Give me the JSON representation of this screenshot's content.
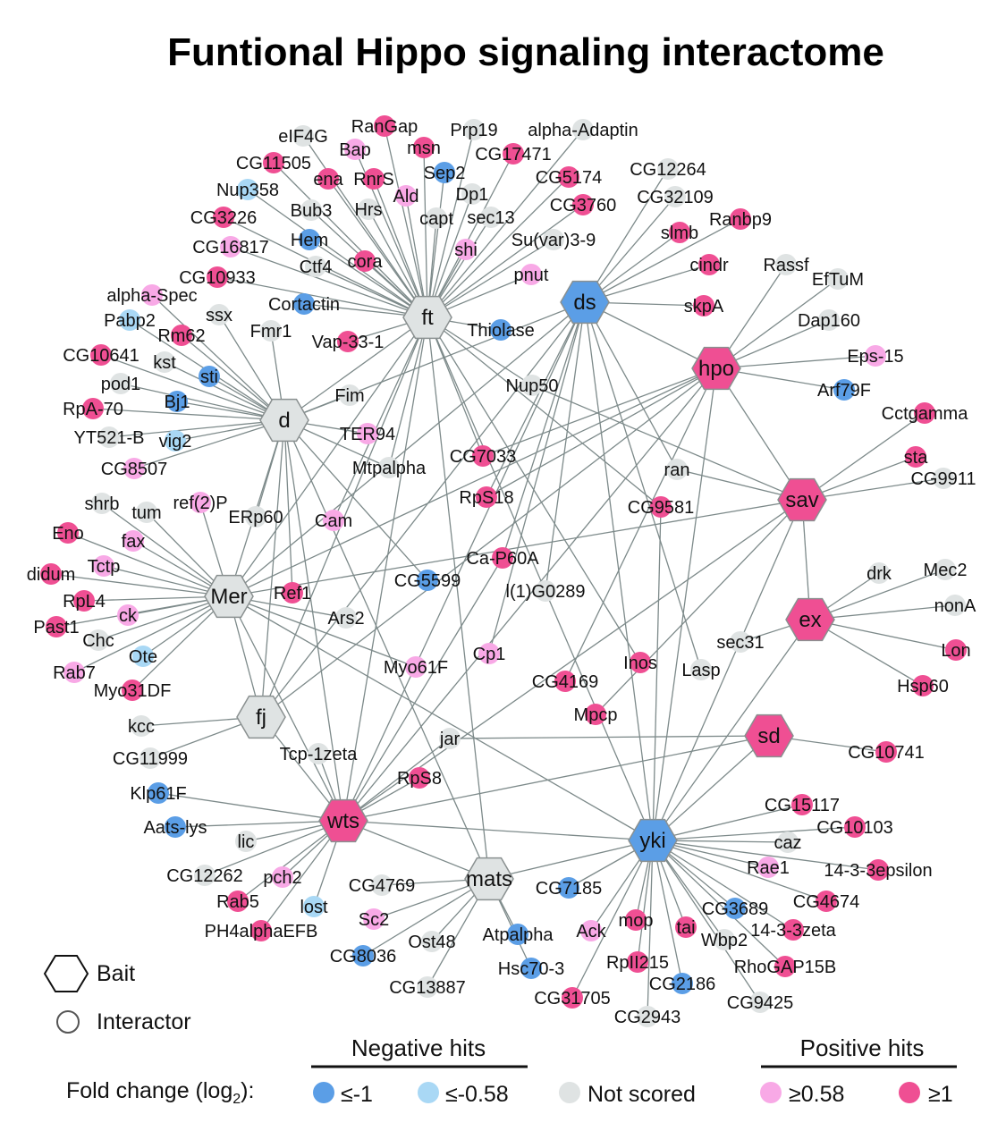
{
  "title": "Funtional Hippo signaling interactome",
  "colors": {
    "neg1": "#5b9ee6",
    "neg058": "#a9d8f5",
    "none": "#dfe3e3",
    "pos058": "#f8a9e6",
    "pos1": "#ef4f93",
    "edge": "#7d8a8a"
  },
  "legend": {
    "bait": "Bait",
    "interactor": "Interactor",
    "negative_hits": "Negative hits",
    "positive_hits": "Positive hits",
    "fold_change_prefix": "Fold change (log",
    "fold_change_sub": "2",
    "fold_change_suffix": "):",
    "items": [
      {
        "key": "neg1",
        "label": "≤-1"
      },
      {
        "key": "neg058",
        "label": "≤-0.58"
      },
      {
        "key": "none",
        "label": "Not scored"
      },
      {
        "key": "pos058",
        "label": "≥0.58"
      },
      {
        "key": "pos1",
        "label": "≥1"
      }
    ]
  },
  "baits": [
    {
      "id": "ft",
      "label": "ft",
      "color": "none"
    },
    {
      "id": "ds",
      "label": "ds",
      "color": "neg1"
    },
    {
      "id": "hpo",
      "label": "hpo",
      "color": "pos1"
    },
    {
      "id": "d",
      "label": "d",
      "color": "none"
    },
    {
      "id": "sav",
      "label": "sav",
      "color": "pos1"
    },
    {
      "id": "Mer",
      "label": "Mer",
      "color": "none"
    },
    {
      "id": "ex",
      "label": "ex",
      "color": "pos1"
    },
    {
      "id": "fj",
      "label": "fj",
      "color": "none"
    },
    {
      "id": "sd",
      "label": "sd",
      "color": "pos1"
    },
    {
      "id": "wts",
      "label": "wts",
      "color": "pos1"
    },
    {
      "id": "yki",
      "label": "yki",
      "color": "neg1"
    },
    {
      "id": "mats",
      "label": "mats",
      "color": "none"
    }
  ],
  "interactors": [
    {
      "label": "RanGap",
      "color": "pos1",
      "baits": [
        "ft"
      ]
    },
    {
      "label": "eIF4G",
      "color": "none",
      "baits": [
        "ft"
      ]
    },
    {
      "label": "Bap",
      "color": "pos058",
      "baits": [
        "ft"
      ]
    },
    {
      "label": "msn",
      "color": "pos1",
      "baits": [
        "ft"
      ]
    },
    {
      "label": "Prp19",
      "color": "none",
      "baits": [
        "ft"
      ]
    },
    {
      "label": "alpha-Adaptin",
      "color": "none",
      "baits": [
        "ft"
      ]
    },
    {
      "label": "CG11505",
      "color": "pos1",
      "baits": [
        "ft"
      ]
    },
    {
      "label": "CG17471",
      "color": "pos1",
      "baits": [
        "ft"
      ]
    },
    {
      "label": "Sep2",
      "color": "neg1",
      "baits": [
        "ft"
      ]
    },
    {
      "label": "ena",
      "color": "pos1",
      "baits": [
        "ft"
      ]
    },
    {
      "label": "RnrS",
      "color": "pos1",
      "baits": [
        "ft"
      ]
    },
    {
      "label": "CG5174",
      "color": "pos1",
      "baits": [
        "ft"
      ]
    },
    {
      "label": "CG12264",
      "color": "none",
      "baits": [
        "ds"
      ]
    },
    {
      "label": "Nup358",
      "color": "neg058",
      "baits": [
        "ft"
      ]
    },
    {
      "label": "Ald",
      "color": "pos058",
      "baits": [
        "ft"
      ]
    },
    {
      "label": "Dp1",
      "color": "none",
      "baits": [
        "ft"
      ]
    },
    {
      "label": "Bub3",
      "color": "none",
      "baits": [
        "ft"
      ]
    },
    {
      "label": "Hrs",
      "color": "none",
      "baits": [
        "ft"
      ]
    },
    {
      "label": "CG32109",
      "color": "none",
      "baits": [
        "ds"
      ]
    },
    {
      "label": "CG3226",
      "color": "pos1",
      "baits": [
        "ft"
      ]
    },
    {
      "label": "CG3760",
      "color": "pos1",
      "baits": [
        "ft"
      ]
    },
    {
      "label": "capt",
      "color": "none",
      "baits": [
        "ft"
      ]
    },
    {
      "label": "sec13",
      "color": "none",
      "baits": [
        "ft"
      ]
    },
    {
      "label": "Ranbp9",
      "color": "pos1",
      "baits": [
        "ds"
      ]
    },
    {
      "label": "Hem",
      "color": "neg1",
      "baits": [
        "ft"
      ]
    },
    {
      "label": "CG16817",
      "color": "pos058",
      "baits": [
        "ft"
      ]
    },
    {
      "label": "slmb",
      "color": "pos1",
      "baits": [
        "ds"
      ]
    },
    {
      "label": "Su(var)3-9",
      "color": "none",
      "baits": [
        "ft"
      ]
    },
    {
      "label": "shi",
      "color": "pos058",
      "baits": [
        "ft"
      ]
    },
    {
      "label": "cora",
      "color": "pos1",
      "baits": [
        "ft"
      ]
    },
    {
      "label": "Ctf4",
      "color": "none",
      "baits": [
        "ft"
      ]
    },
    {
      "label": "cindr",
      "color": "pos1",
      "baits": [
        "ds"
      ]
    },
    {
      "label": "Rassf",
      "color": "none",
      "baits": [
        "hpo"
      ]
    },
    {
      "label": "CG10933",
      "color": "pos1",
      "baits": [
        "ft"
      ]
    },
    {
      "label": "pnut",
      "color": "pos058",
      "baits": [
        "ft"
      ]
    },
    {
      "label": "EfTuM",
      "color": "none",
      "baits": [
        "hpo"
      ]
    },
    {
      "label": "alpha-Spec",
      "color": "pos058",
      "baits": [
        "d"
      ]
    },
    {
      "label": "Cortactin",
      "color": "neg1",
      "baits": [
        "ft"
      ]
    },
    {
      "label": "skpA",
      "color": "pos1",
      "baits": [
        "ds"
      ]
    },
    {
      "label": "Pabp2",
      "color": "neg058",
      "baits": [
        "d"
      ]
    },
    {
      "label": "ssx",
      "color": "none",
      "baits": [
        "d"
      ]
    },
    {
      "label": "Dap160",
      "color": "none",
      "baits": [
        "hpo"
      ]
    },
    {
      "label": "Thiolase",
      "color": "neg1",
      "baits": [
        "ft"
      ]
    },
    {
      "label": "Fmr1",
      "color": "none",
      "baits": [
        "d"
      ]
    },
    {
      "label": "Rm62",
      "color": "pos1",
      "baits": [
        "d"
      ]
    },
    {
      "label": "Vap-33-1",
      "color": "pos1",
      "baits": [
        "ft"
      ]
    },
    {
      "label": "CG10641",
      "color": "pos1",
      "baits": [
        "d"
      ]
    },
    {
      "label": "kst",
      "color": "none",
      "baits": [
        "d"
      ]
    },
    {
      "label": "Eps-15",
      "color": "pos058",
      "baits": [
        "hpo"
      ]
    },
    {
      "label": "sti",
      "color": "neg1",
      "baits": [
        "d"
      ]
    },
    {
      "label": "pod1",
      "color": "none",
      "baits": [
        "d"
      ]
    },
    {
      "label": "Nup50",
      "color": "none",
      "baits": [
        "ft",
        "sav"
      ]
    },
    {
      "label": "Arf79F",
      "color": "neg1",
      "baits": [
        "hpo"
      ]
    },
    {
      "label": "Fim",
      "color": "none",
      "baits": [
        "d"
      ]
    },
    {
      "label": "RpA-70",
      "color": "pos1",
      "baits": [
        "d"
      ]
    },
    {
      "label": "Bj1",
      "color": "neg1",
      "baits": [
        "d"
      ]
    },
    {
      "label": "Cctgamma",
      "color": "pos1",
      "baits": [
        "sav"
      ]
    },
    {
      "label": "TER94",
      "color": "pos058",
      "baits": [
        "d"
      ]
    },
    {
      "label": "YT521-B",
      "color": "none",
      "baits": [
        "d"
      ]
    },
    {
      "label": "vig2",
      "color": "neg058",
      "baits": [
        "d"
      ]
    },
    {
      "label": "sta",
      "color": "pos1",
      "baits": [
        "sav"
      ]
    },
    {
      "label": "Mtpalpha",
      "color": "none",
      "baits": [
        "d",
        "ft"
      ]
    },
    {
      "label": "CG7033",
      "color": "pos1",
      "baits": [
        "ft",
        "hpo"
      ]
    },
    {
      "label": "ran",
      "color": "none",
      "baits": [
        "ds",
        "sav"
      ]
    },
    {
      "label": "CG9911",
      "color": "none",
      "baits": [
        "sav"
      ]
    },
    {
      "label": "CG8507",
      "color": "pos058",
      "baits": [
        "d"
      ]
    },
    {
      "label": "shrb",
      "color": "none",
      "baits": [
        "Mer"
      ]
    },
    {
      "label": "tum",
      "color": "none",
      "baits": [
        "Mer"
      ]
    },
    {
      "label": "ref(2)P",
      "color": "pos058",
      "baits": [
        "Mer"
      ]
    },
    {
      "label": "RpS18",
      "color": "pos1",
      "baits": [
        "ds",
        "hpo"
      ]
    },
    {
      "label": "CG9581",
      "color": "pos1",
      "baits": [
        "ft",
        "yki"
      ]
    },
    {
      "label": "ERp60",
      "color": "none",
      "baits": [
        "d"
      ]
    },
    {
      "label": "Cam",
      "color": "pos058",
      "baits": [
        "ft"
      ]
    },
    {
      "label": "Eno",
      "color": "pos1",
      "baits": [
        "Mer"
      ]
    },
    {
      "label": "fax",
      "color": "pos058",
      "baits": [
        "Mer"
      ]
    },
    {
      "label": "Ca-P60A",
      "color": "pos1",
      "baits": [
        "ds",
        "wts"
      ]
    },
    {
      "label": "drk",
      "color": "none",
      "baits": [
        "ex"
      ]
    },
    {
      "label": "Mec2",
      "color": "none",
      "baits": [
        "ex"
      ]
    },
    {
      "label": "Tctp",
      "color": "pos058",
      "baits": [
        "Mer"
      ]
    },
    {
      "label": "didum",
      "color": "pos1",
      "baits": [
        "Mer"
      ]
    },
    {
      "label": "CG5599",
      "color": "neg1",
      "baits": [
        "d"
      ]
    },
    {
      "label": "l(1)G0289",
      "color": "none",
      "baits": [
        "ds"
      ]
    },
    {
      "label": "Ref1",
      "color": "pos1",
      "baits": [
        "d"
      ]
    },
    {
      "label": "RpL4",
      "color": "pos1",
      "baits": [
        "Mer"
      ]
    },
    {
      "label": "nonA",
      "color": "none",
      "baits": [
        "ex"
      ]
    },
    {
      "label": "ck",
      "color": "pos058",
      "baits": [
        "Mer"
      ]
    },
    {
      "label": "Past1",
      "color": "pos1",
      "baits": [
        "Mer"
      ]
    },
    {
      "label": "Ars2",
      "color": "none",
      "baits": [
        "Mer"
      ]
    },
    {
      "label": "Chc",
      "color": "none",
      "baits": [
        "Mer"
      ]
    },
    {
      "label": "sec31",
      "color": "none",
      "baits": [
        "ex"
      ]
    },
    {
      "label": "Lon",
      "color": "pos1",
      "baits": [
        "ex"
      ]
    },
    {
      "label": "Ote",
      "color": "neg058",
      "baits": [
        "Mer"
      ]
    },
    {
      "label": "Cp1",
      "color": "pos058",
      "baits": [
        "ds"
      ]
    },
    {
      "label": "Inos",
      "color": "pos1",
      "baits": [
        "ft"
      ]
    },
    {
      "label": "Lasp",
      "color": "none",
      "baits": [
        "ds"
      ]
    },
    {
      "label": "Rab7",
      "color": "pos058",
      "baits": [
        "Mer"
      ]
    },
    {
      "label": "Myo61F",
      "color": "pos058",
      "baits": [
        "Mer"
      ]
    },
    {
      "label": "Hsp60",
      "color": "pos1",
      "baits": [
        "ex"
      ]
    },
    {
      "label": "Myo31DF",
      "color": "pos1",
      "baits": [
        "Mer"
      ]
    },
    {
      "label": "CG4169",
      "color": "pos1",
      "baits": [
        "hpo"
      ]
    },
    {
      "label": "Mpcp",
      "color": "pos1",
      "baits": [
        "sav"
      ]
    },
    {
      "label": "kcc",
      "color": "none",
      "baits": [
        "fj"
      ]
    },
    {
      "label": "jar",
      "color": "none",
      "baits": [
        "sd",
        "wts"
      ]
    },
    {
      "label": "CG10741",
      "color": "pos1",
      "baits": [
        "sd"
      ]
    },
    {
      "label": "CG11999",
      "color": "none",
      "baits": [
        "fj"
      ]
    },
    {
      "label": "Tcp-1zeta",
      "color": "none",
      "baits": [
        "wts"
      ]
    },
    {
      "label": "RpS8",
      "color": "pos1",
      "baits": [
        "wts"
      ]
    },
    {
      "label": "Klp61F",
      "color": "neg1",
      "baits": [
        "wts"
      ]
    },
    {
      "label": "CG15117",
      "color": "pos1",
      "baits": [
        "yki"
      ]
    },
    {
      "label": "Aats-lys",
      "color": "neg1",
      "baits": [
        "wts"
      ]
    },
    {
      "label": "CG10103",
      "color": "pos1",
      "baits": [
        "yki"
      ]
    },
    {
      "label": "caz",
      "color": "none",
      "baits": [
        "yki"
      ]
    },
    {
      "label": "lic",
      "color": "none",
      "baits": [
        "wts"
      ]
    },
    {
      "label": "Rae1",
      "color": "pos058",
      "baits": [
        "yki"
      ]
    },
    {
      "label": "14-3-3epsilon",
      "color": "pos1",
      "baits": [
        "yki"
      ]
    },
    {
      "label": "CG12262",
      "color": "none",
      "baits": [
        "wts"
      ]
    },
    {
      "label": "pch2",
      "color": "pos058",
      "baits": [
        "wts"
      ]
    },
    {
      "label": "CG4769",
      "color": "none",
      "baits": [
        "mats"
      ]
    },
    {
      "label": "CG7185",
      "color": "neg1",
      "baits": [
        "yki"
      ]
    },
    {
      "label": "CG4674",
      "color": "pos1",
      "baits": [
        "yki"
      ]
    },
    {
      "label": "Rab5",
      "color": "pos1",
      "baits": [
        "wts"
      ]
    },
    {
      "label": "lost",
      "color": "neg058",
      "baits": [
        "wts"
      ]
    },
    {
      "label": "CG3689",
      "color": "neg1",
      "baits": [
        "yki"
      ]
    },
    {
      "label": "Sc2",
      "color": "pos058",
      "baits": [
        "mats"
      ]
    },
    {
      "label": "mop",
      "color": "pos1",
      "baits": [
        "yki"
      ]
    },
    {
      "label": "tai",
      "color": "pos1",
      "baits": [
        "yki"
      ]
    },
    {
      "label": "14-3-3zeta",
      "color": "pos1",
      "baits": [
        "yki"
      ]
    },
    {
      "label": "PH4alphaEFB",
      "color": "pos1",
      "baits": [
        "wts"
      ]
    },
    {
      "label": "Ack",
      "color": "pos058",
      "baits": [
        "yki"
      ]
    },
    {
      "label": "Wbp2",
      "color": "none",
      "baits": [
        "yki"
      ]
    },
    {
      "label": "Atpalpha",
      "color": "neg1",
      "baits": [
        "mats"
      ]
    },
    {
      "label": "Ost48",
      "color": "none",
      "baits": [
        "mats"
      ]
    },
    {
      "label": "CG8036",
      "color": "neg1",
      "baits": [
        "mats"
      ]
    },
    {
      "label": "RpII215",
      "color": "pos1",
      "baits": [
        "yki"
      ]
    },
    {
      "label": "RhoGAP15B",
      "color": "pos1",
      "baits": [
        "yki"
      ]
    },
    {
      "label": "Hsc70-3",
      "color": "neg1",
      "baits": [
        "mats"
      ]
    },
    {
      "label": "CG2186",
      "color": "neg1",
      "baits": [
        "yki"
      ]
    },
    {
      "label": "CG13887",
      "color": "none",
      "baits": [
        "mats"
      ]
    },
    {
      "label": "CG31705",
      "color": "pos1",
      "baits": [
        "yki"
      ]
    },
    {
      "label": "CG9425",
      "color": "none",
      "baits": [
        "yki"
      ]
    },
    {
      "label": "CG2943",
      "color": "none",
      "baits": [
        "yki"
      ]
    }
  ],
  "bait_edges": [
    [
      "ft",
      "d"
    ],
    [
      "ft",
      "Mer"
    ],
    [
      "ft",
      "fj"
    ],
    [
      "ft",
      "wts"
    ],
    [
      "ft",
      "mats"
    ],
    [
      "ft",
      "yki"
    ],
    [
      "ds",
      "d"
    ],
    [
      "ds",
      "Mer"
    ],
    [
      "ds",
      "fj"
    ],
    [
      "ds",
      "wts"
    ],
    [
      "ds",
      "yki"
    ],
    [
      "ds",
      "hpo"
    ],
    [
      "hpo",
      "sav"
    ],
    [
      "hpo",
      "Mer"
    ],
    [
      "hpo",
      "fj"
    ],
    [
      "hpo",
      "wts"
    ],
    [
      "hpo",
      "yki"
    ],
    [
      "sav",
      "Mer"
    ],
    [
      "sav",
      "wts"
    ],
    [
      "sav",
      "yki"
    ],
    [
      "sav",
      "ex"
    ],
    [
      "d",
      "Mer"
    ],
    [
      "d",
      "wts"
    ],
    [
      "d",
      "fj"
    ],
    [
      "d",
      "mats"
    ],
    [
      "Mer",
      "wts"
    ],
    [
      "Mer",
      "fj"
    ],
    [
      "Mer",
      "yki"
    ],
    [
      "ex",
      "yki"
    ],
    [
      "sd",
      "yki"
    ],
    [
      "sd",
      "wts"
    ],
    [
      "wts",
      "yki"
    ],
    [
      "wts",
      "mats"
    ],
    [
      "mats",
      "yki"
    ],
    [
      "fj",
      "wts"
    ]
  ]
}
